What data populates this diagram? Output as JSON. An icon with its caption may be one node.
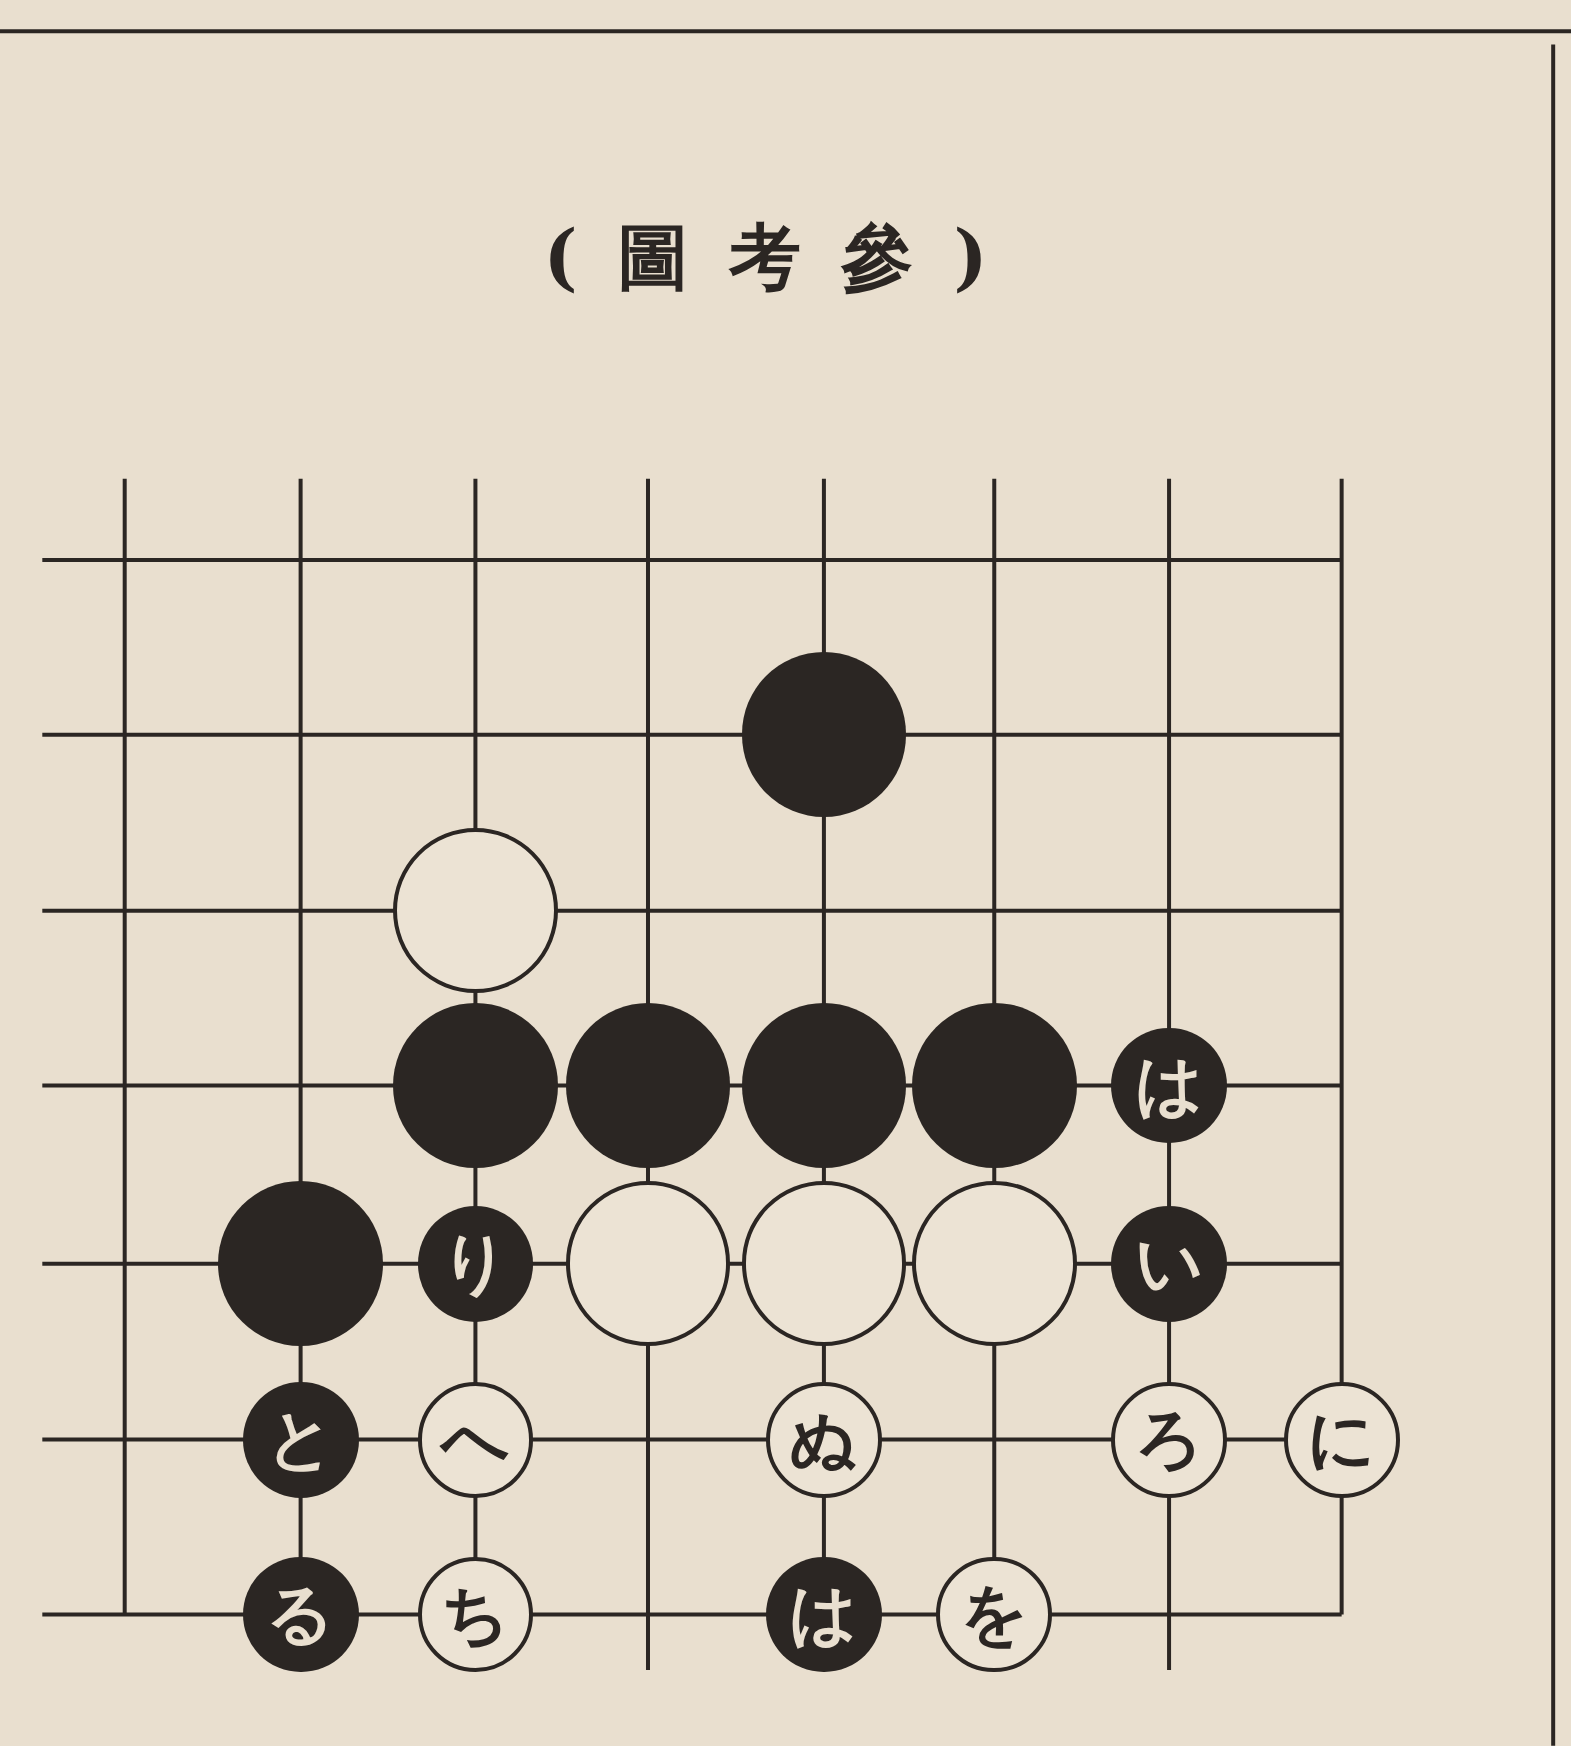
{
  "diagram": {
    "title": "(圖考參)",
    "nodes": [
      {
        "text": [],
        "shape": "circle"
      },
      {
        "text": [],
        "shape": "circle"
      },
      {
        "text": [],
        "shape": "circle"
      },
      {
        "text": [],
        "shape": "circle"
      },
      {
        "text": [],
        "shape": "circle"
      },
      {
        "text": [],
        "shape": "circle"
      },
      {
        "text": [
          "は"
        ]
      },
      {
        "text": [],
        "shape": "circle"
      },
      {
        "text": [
          "り"
        ]
      },
      {
        "text": [],
        "shape": "circle"
      },
      {
        "text": [],
        "shape": "circle"
      },
      {
        "text": [],
        "shape": "circle"
      },
      {
        "text": [
          "い"
        ]
      },
      {
        "text": [
          "と"
        ]
      },
      {
        "text": [
          "へ"
        ]
      },
      {
        "text": [
          "ぬ"
        ]
      },
      {
        "text": [
          "ろ"
        ]
      },
      {
        "text": [
          "に"
        ]
      },
      {
        "text": [
          "る"
        ]
      },
      {
        "text": [
          "ち"
        ]
      },
      {
        "text": [
          "は"
        ]
      },
      {
        "text": [
          "を"
        ]
      }
    ]
  }
}
